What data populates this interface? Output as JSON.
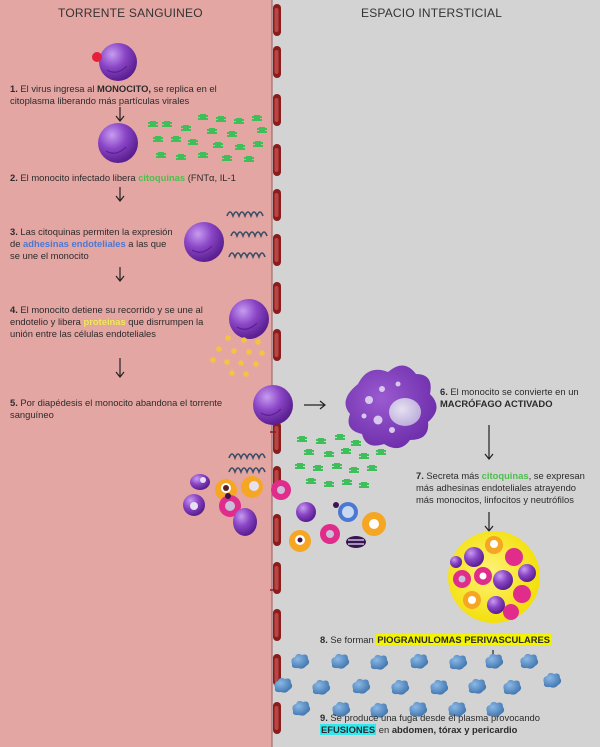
{
  "headers": {
    "left": "TORRENTE SANGUINEO",
    "right": "ESPACIO INTERSTICIAL"
  },
  "steps": {
    "s1": {
      "num": "1.",
      "pre": " El virus ingresa al ",
      "bold": "MONOCITO,",
      "post": " se replica en el citoplasma liberando más partículas virales"
    },
    "s2": {
      "num": "2.",
      "pre": " El monocito infectado libera ",
      "hl": "citoquinas",
      "post": " (FNTα, IL-1"
    },
    "s3": {
      "num": "3.",
      "pre": " Las citoquinas permiten la expresión de ",
      "hl": "adhesinas endoteliales",
      "post": " a las que   se une el monocito"
    },
    "s4": {
      "num": "4.",
      "pre": " El monocito detiene su recorrido y se une al endotelio  y libera ",
      "hl": "proteinas",
      "post": " que disrrumpen la unión entre las células endoteliales"
    },
    "s5": {
      "num": "5.",
      "post": " Por diapédesis el monocito abandona el torrente sanguíneo"
    },
    "s6": {
      "num": "6.",
      "pre": " El monocito se convierte en un ",
      "bold": "MACRÓFAGO ACTIVADO"
    },
    "s7": {
      "num": "7.",
      "pre": " Secreta más ",
      "hl": "citoquinas",
      "post": ", se expresan más adhesinas endoteliales atrayendo más monocitos, linfocitos y neutrófilos"
    },
    "s8": {
      "num": "8.",
      "pre": " Se forman ",
      "hl": "PIOGRANULOMAS PERIVASCULARES"
    },
    "s9": {
      "num": "9.",
      "pre": " Se produce una fuga desde el plasma provocando ",
      "hl": "EFUSIONES",
      "mid": " en ",
      "bold": "abdomen, tórax y pericardio"
    }
  },
  "colors": {
    "blood": "#e4a6a3",
    "interstitial": "#d3d3d3",
    "monocyte": "#7a35b8",
    "virus": "#3fbf5a",
    "protein": "#f5c242",
    "fluid": "#5b8fc4",
    "endothelium": "#8b1c1c"
  }
}
